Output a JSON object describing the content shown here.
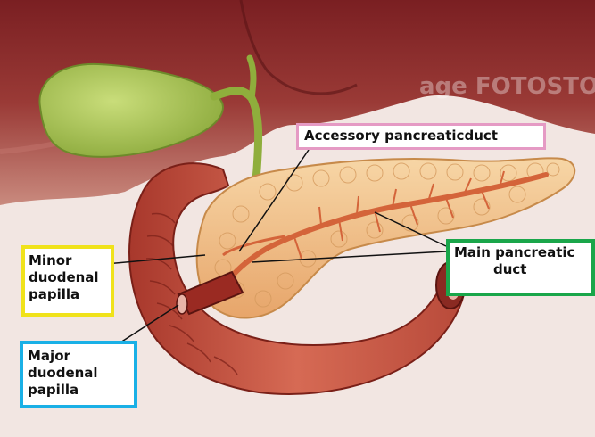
{
  "watermark": "age FOTOSTOCK",
  "colors": {
    "liver": "#8c2a2a",
    "gallbladder": "#a9c24e",
    "duodenum": "#c0523e",
    "pancreas": "#f2c48e",
    "duct": "#d4643a",
    "accessory_border": "#e59ac4",
    "main_border": "#1aa64a",
    "minor_border": "#f0e21a",
    "major_border": "#1ab0e6"
  },
  "labels": {
    "accessory": {
      "lines": [
        "Accessory pancreaticduct"
      ]
    },
    "main": {
      "lines": [
        "Main pancreatic",
        "duct"
      ]
    },
    "minor": {
      "lines": [
        "Minor",
        "duodenal",
        "papilla"
      ]
    },
    "major": {
      "lines": [
        "Major",
        "duodenal",
        "papilla"
      ]
    }
  }
}
